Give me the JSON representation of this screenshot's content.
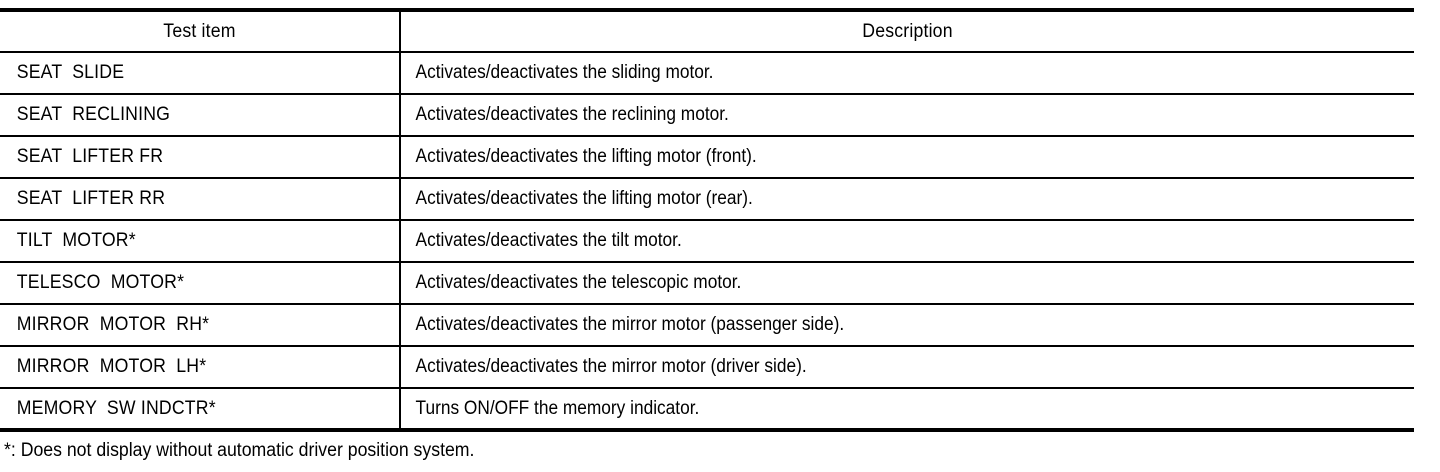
{
  "table": {
    "headers": {
      "item": "Test item",
      "description": "Description"
    },
    "rows": [
      {
        "item": "SEAT  SLIDE",
        "description": "Activates/deactivates the sliding motor."
      },
      {
        "item": "SEAT  RECLINING",
        "description": "Activates/deactivates the reclining motor."
      },
      {
        "item": "SEAT  LIFTER FR",
        "description": "Activates/deactivates the lifting motor (front)."
      },
      {
        "item": "SEAT  LIFTER RR",
        "description": "Activates/deactivates the lifting motor (rear)."
      },
      {
        "item": "TILT  MOTOR*",
        "description": "Activates/deactivates the tilt motor."
      },
      {
        "item": "TELESCO  MOTOR*",
        "description": "Activates/deactivates the telescopic motor."
      },
      {
        "item": "MIRROR  MOTOR  RH*",
        "description": "Activates/deactivates the mirror motor (passenger side)."
      },
      {
        "item": "MIRROR  MOTOR  LH*",
        "description": "Activates/deactivates the mirror motor (driver side)."
      },
      {
        "item": "MEMORY  SW INDCTR*",
        "description": "Turns ON/OFF the memory indicator."
      }
    ]
  },
  "footnote": {
    "text": "*: Does not display without automatic driver position system."
  },
  "colors": {
    "text": "#000000",
    "rule": "#000000",
    "background": "#ffffff"
  }
}
